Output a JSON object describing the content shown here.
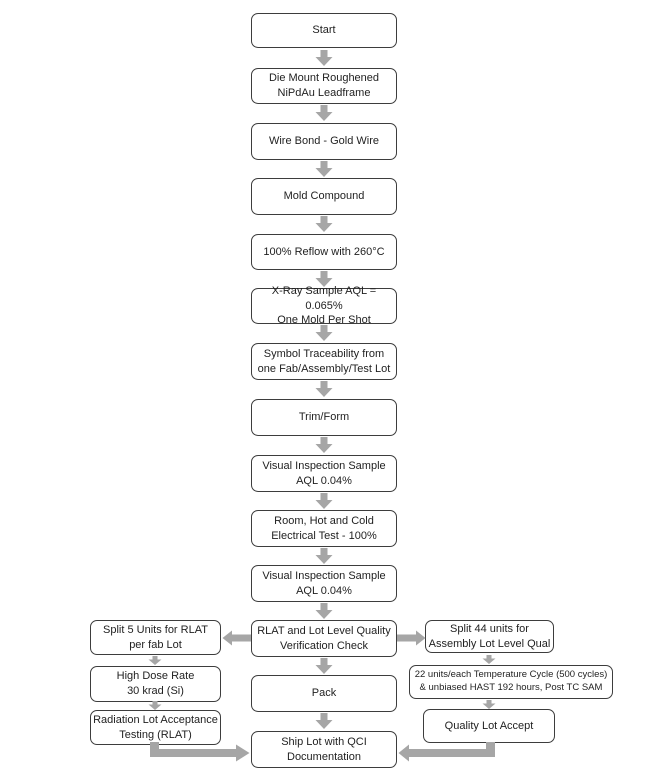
{
  "diagram_type": "flowchart",
  "colors": {
    "background": "#ffffff",
    "box_border": "#3d3d3d",
    "text": "#1f1f1f",
    "arrow": "#a6a6a6"
  },
  "nodes": {
    "center": [
      {
        "label": "Start"
      },
      {
        "label": "Die Mount Roughened\nNiPdAu Leadframe"
      },
      {
        "label": "Wire Bond - Gold Wire"
      },
      {
        "label": "Mold Compound"
      },
      {
        "label": "100% Reflow with 260°C"
      },
      {
        "label": "X-Ray Sample AQL = 0.065%\nOne Mold Per Shot"
      },
      {
        "label": "Symbol Traceability from\none Fab/Assembly/Test Lot"
      },
      {
        "label": "Trim/Form"
      },
      {
        "label": "Visual Inspection Sample\nAQL 0.04%"
      },
      {
        "label": "Room, Hot and Cold\nElectrical Test - 100%"
      },
      {
        "label": "Visual Inspection Sample\nAQL 0.04%"
      },
      {
        "label": "RLAT and Lot Level Quality\nVerification Check"
      },
      {
        "label": "Pack"
      },
      {
        "label": "Ship Lot with QCI\nDocumentation"
      }
    ],
    "left": [
      {
        "label": "Split 5 Units for RLAT\nper fab Lot"
      },
      {
        "label": "High Dose Rate\n30 krad (Si)"
      },
      {
        "label": "Radiation Lot Acceptance\nTesting (RLAT)"
      }
    ],
    "right": [
      {
        "label": "Split 44 units for\nAssembly Lot Level Qual"
      },
      {
        "label": "22 units/each Temperature Cycle (500 cycles)\n& unbiased HAST 192 hours, Post TC SAM"
      },
      {
        "label": "Quality Lot Accept"
      }
    ]
  }
}
